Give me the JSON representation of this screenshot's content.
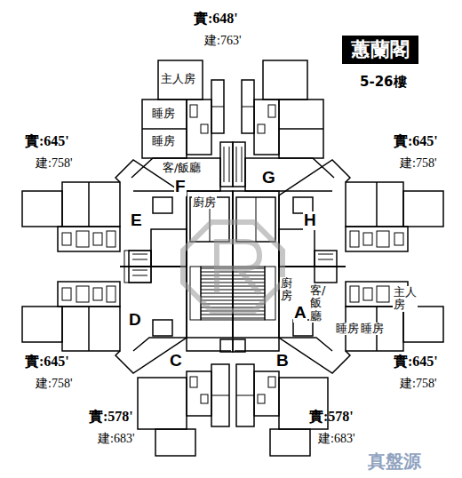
{
  "diagram": {
    "title": "蕙蘭閣",
    "labels": [
      "5-26樓",
      "實:648'",
      "建:763'",
      "主人房",
      "實:645'",
      "建:758'",
      "實:645'",
      "建:758'",
      "睡房",
      "睡房",
      "客/飯廳",
      "F",
      "G",
      "廚房",
      "E",
      "H",
      "廚房",
      "客/飯廳",
      "主人房",
      "A",
      "D",
      "睡房",
      "睡房",
      "實:645'",
      "建:758'",
      "C",
      "B",
      "實:645'",
      "建:758'",
      "實:578'",
      "建:683'",
      "實:578'",
      "建:683'",
      "真盤源"
    ]
  }
}
